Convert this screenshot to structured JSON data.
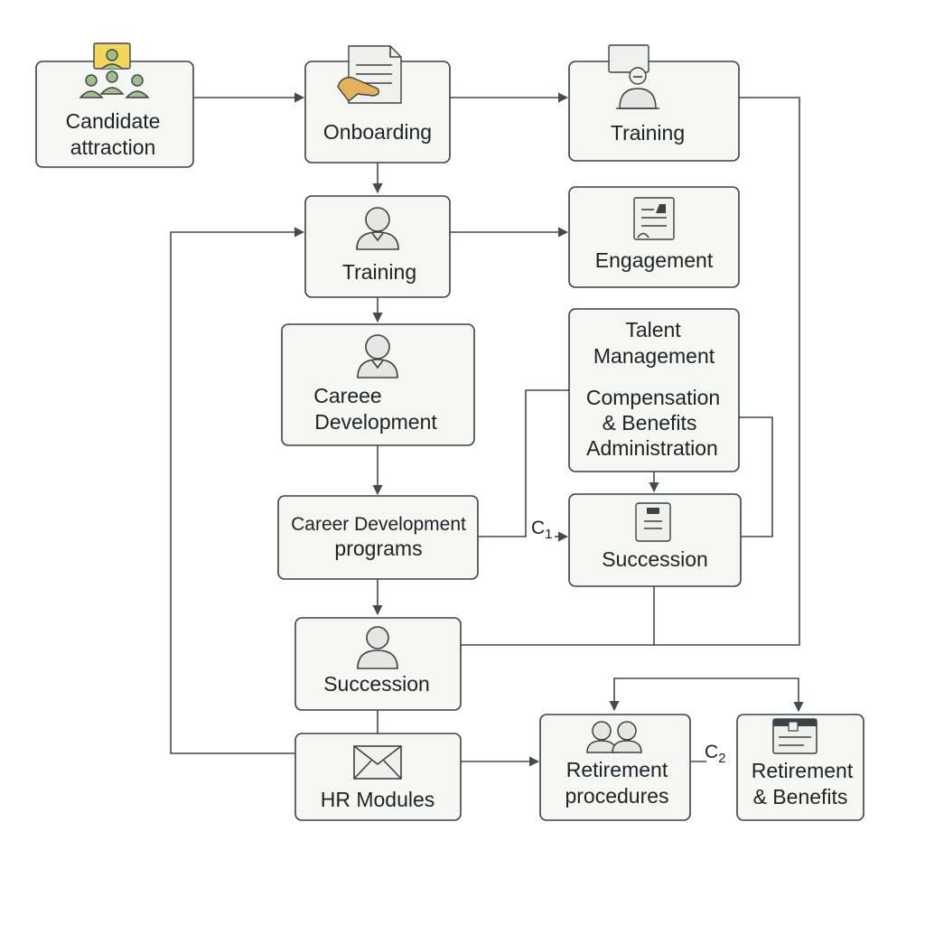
{
  "nodes": {
    "candidate_attraction": {
      "line1": "Candidate",
      "line2": "attraction",
      "icon": "people-group-icon",
      "icon_accent": "#f2d75a",
      "people_color": "#9fc08a"
    },
    "onboarding": {
      "label": "Onboarding",
      "icon": "document-hand-icon",
      "icon_accent": "#e3b25a"
    },
    "training_top": {
      "label": "Training",
      "icon": "presenter-icon"
    },
    "training_main": {
      "label": "Training",
      "icon": "person-icon"
    },
    "engagement": {
      "label": "Engagement",
      "icon": "certificate-icon"
    },
    "career_development": {
      "line1": "Careee",
      "line2": "Development",
      "icon": "person-icon"
    },
    "talent_management": {
      "line1": "Talent",
      "line2": "Management",
      "line3": "Compensation",
      "line4": "& Benefits",
      "line5": "Administration"
    },
    "career_programs": {
      "line1": "Career Development",
      "line2": "programs"
    },
    "succession_right": {
      "label": "Succession",
      "icon": "clipboard-icon"
    },
    "succession_main": {
      "label": "Succession",
      "icon": "person-icon"
    },
    "hr_modules": {
      "label": "HR Modules",
      "icon": "envelope-icon"
    },
    "retirement_procedures": {
      "line1": "Retirement",
      "line2": "procedures",
      "icon": "two-people-icon"
    },
    "retirement_benefits": {
      "line1": "Retirement",
      "line2": "& Benefits",
      "icon": "monitor-icon"
    }
  },
  "connectors": {
    "c1": {
      "base": "C",
      "sub": "1"
    },
    "c2": {
      "base": "C",
      "sub": "2"
    }
  },
  "colors": {
    "stroke": "#3d4144",
    "box_fill": "#f6f6f4"
  }
}
